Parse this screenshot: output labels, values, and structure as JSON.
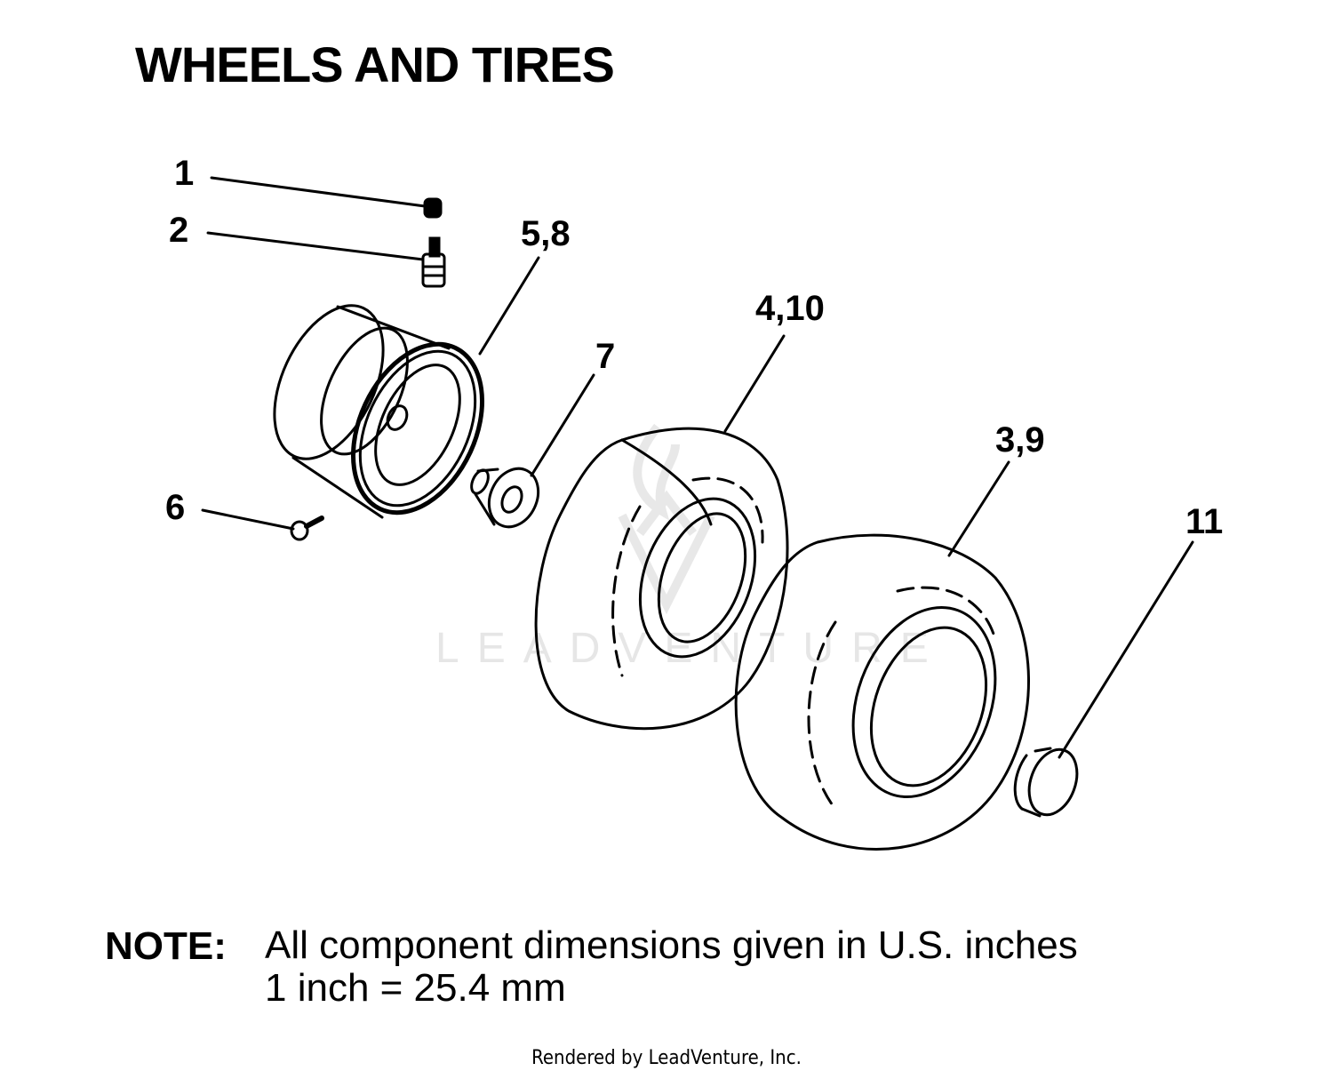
{
  "title": "WHEELS AND TIRES",
  "callouts": {
    "c1": "1",
    "c2": "2",
    "c58": "5,8",
    "c410": "4,10",
    "c7": "7",
    "c39": "3,9",
    "c6": "6",
    "c11": "11"
  },
  "watermark": {
    "text": "LEADVENTURE",
    "icon": "leadventure-logo-icon"
  },
  "note": {
    "label": "NOTE:",
    "line1": "All component dimensions given in U.S. inches",
    "line2": "1 inch = 25.4 mm"
  },
  "footer": "Rendered by LeadVenture, Inc."
}
